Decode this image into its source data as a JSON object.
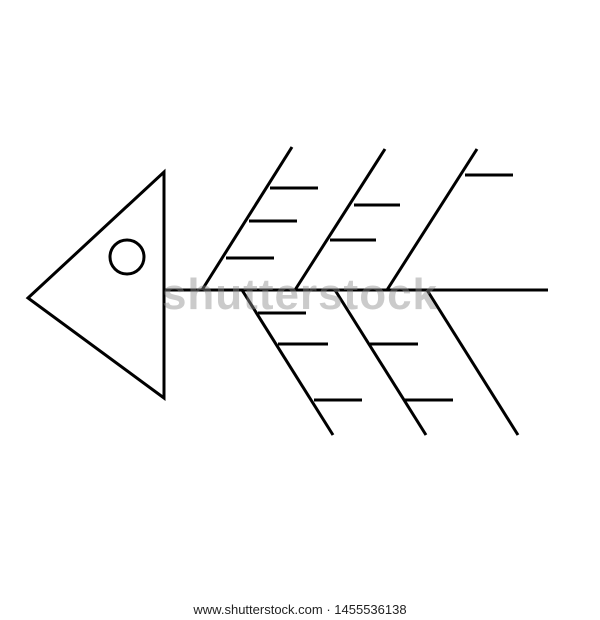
{
  "diagram": {
    "type": "fishbone",
    "stroke_color": "#000000",
    "upper_bones": 3,
    "lower_bones": 3
  },
  "watermark": {
    "text": "shutterstock"
  },
  "footer": {
    "text": "www.shutterstock.com · 1455536138"
  }
}
